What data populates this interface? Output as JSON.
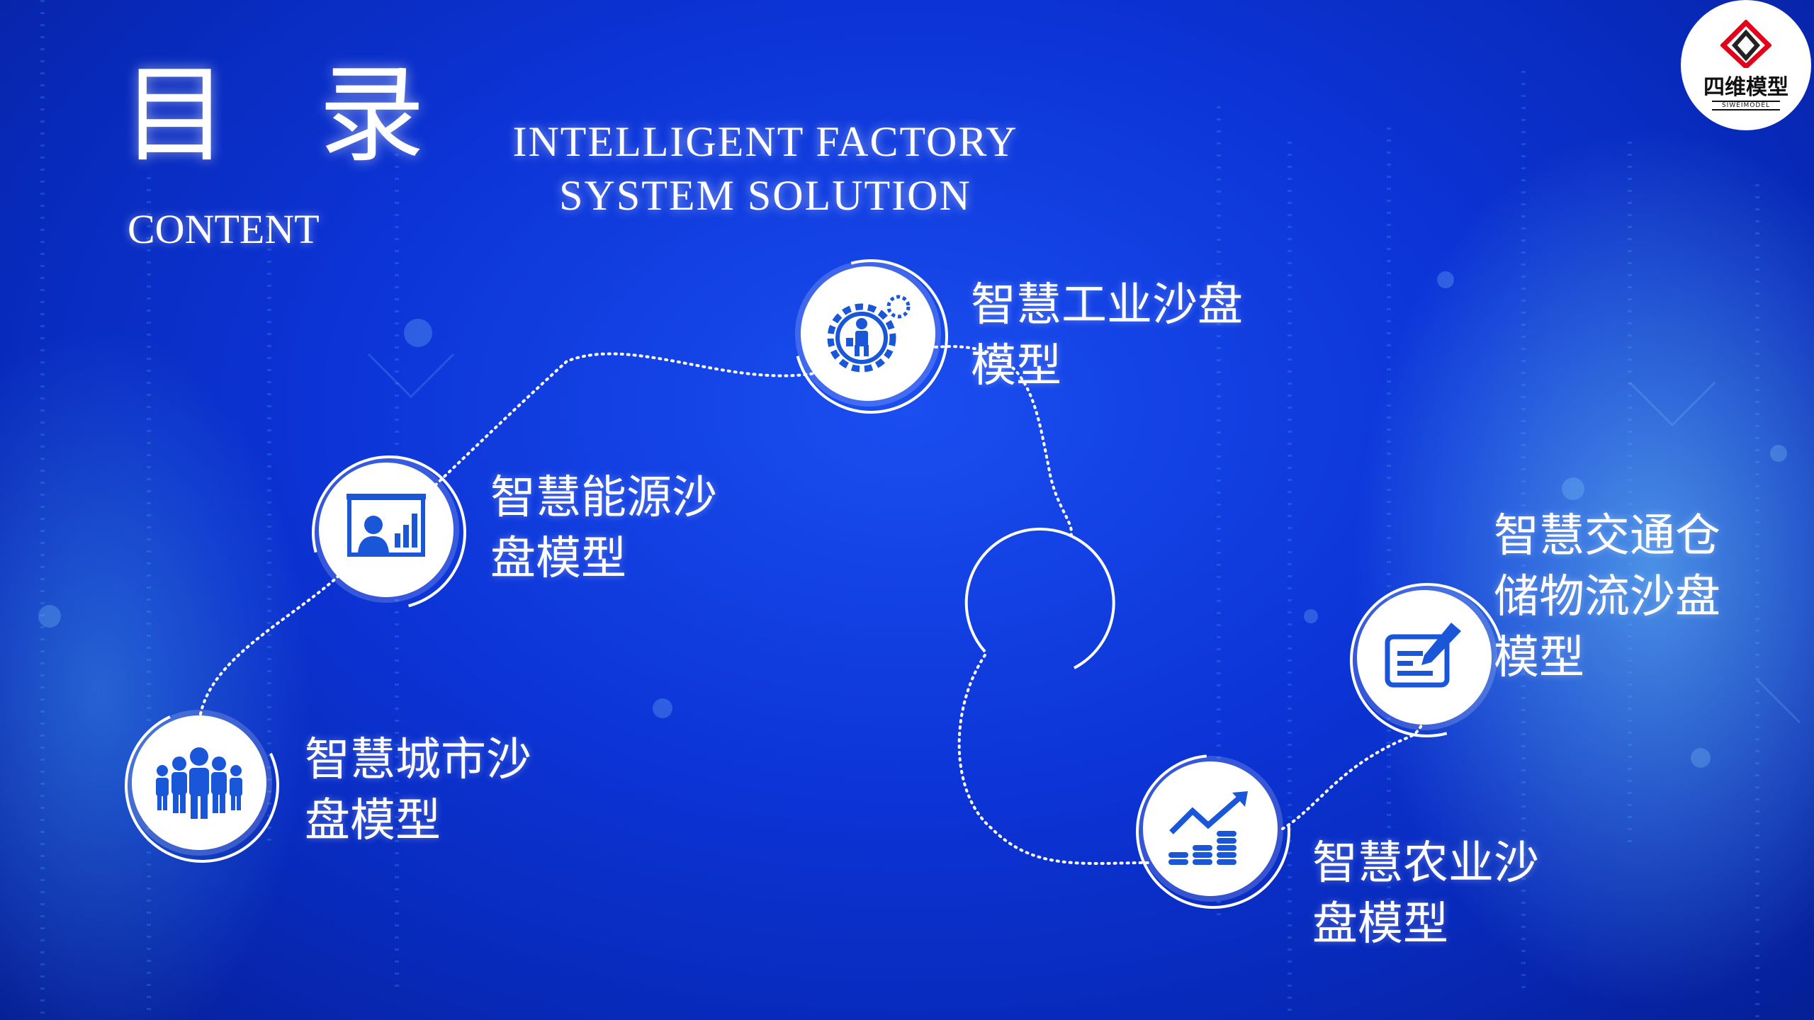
{
  "colors": {
    "background": "#0c34d6",
    "icon_blue": "#1a56d8",
    "text": "#ffffff",
    "logo_red": "#e3001b"
  },
  "header": {
    "title_cn": "目 录",
    "title_en": "CONTENT",
    "subtitle_line1": "INTELLIGENT FACTORY",
    "subtitle_line2": "SYSTEM SOLUTION"
  },
  "logo": {
    "name": "四维模型",
    "sub": "SIWEIMODEL"
  },
  "items": [
    {
      "icon": "team-icon",
      "line1": "智慧城市沙",
      "line2": "盘模型",
      "line3": ""
    },
    {
      "icon": "presentation-chart-icon",
      "line1": "智慧能源沙",
      "line2": "盘模型",
      "line3": ""
    },
    {
      "icon": "gear-worker-icon",
      "line1": "智慧工业沙盘",
      "line2": "模型",
      "line3": ""
    },
    {
      "icon": "coins-growth-icon",
      "line1": "智慧农业沙",
      "line2": "盘模型",
      "line3": ""
    },
    {
      "icon": "document-edit-icon",
      "line1": "智慧交通仓",
      "line2": "储物流沙盘",
      "line3": "模型"
    }
  ]
}
